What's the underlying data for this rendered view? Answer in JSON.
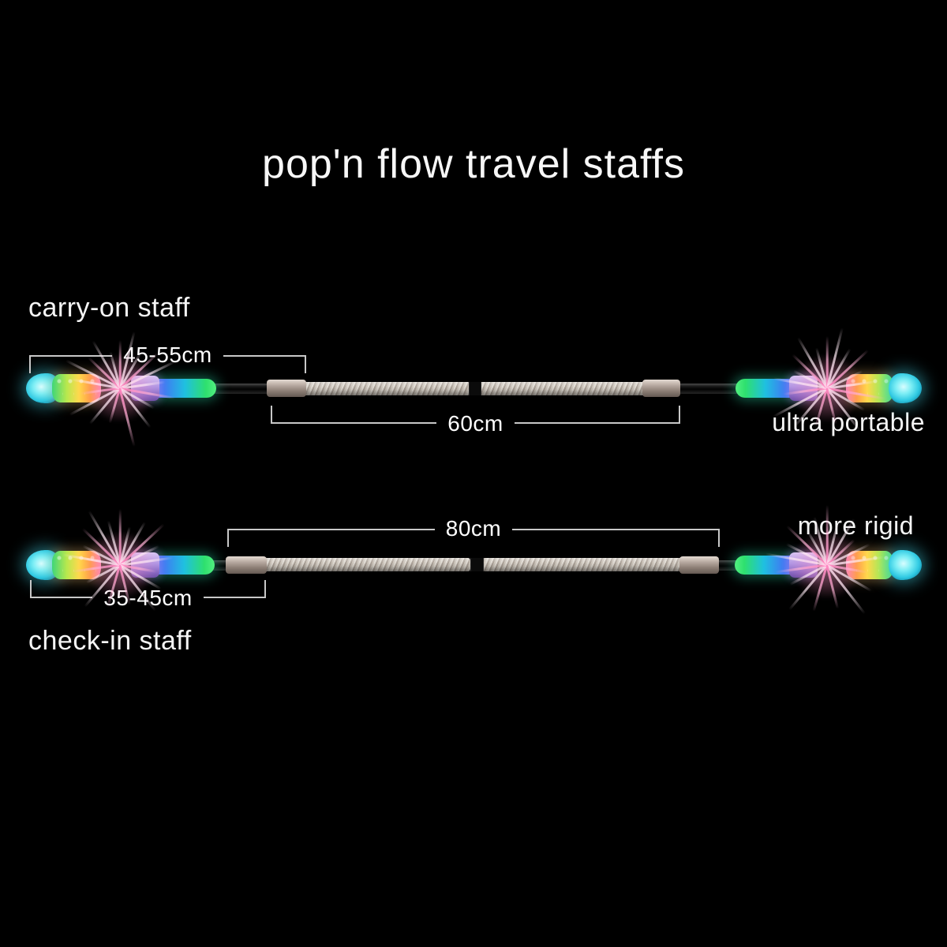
{
  "title": "pop'n flow travel staffs",
  "staffs": [
    {
      "name": "carry-on staff",
      "tagline": "ultra portable",
      "handle_length": "45-55cm",
      "collapsed_length": "60cm"
    },
    {
      "name": "check-in staff",
      "tagline": "more rigid",
      "handle_length": "35-45cm",
      "collapsed_length": "80cm"
    }
  ],
  "colors": {
    "background": "#000000",
    "text": "#f5f5f5",
    "dimension_line": "#c8c8c8",
    "glow_purple": "#7b6cf0",
    "glow_blue": "#3f7bf2",
    "glow_cyan": "#1fc0e0",
    "glow_green": "#2ee06e",
    "bulb_cyan": "#2fc9e2",
    "knob_green": "#3fd678",
    "knob_yellow": "#ffd84d",
    "knob_orange": "#ff9f44",
    "knob_pink": "#ff85b0",
    "tassel_pink": "#ffaad2",
    "connector_lavender": "#b195e3",
    "shaft_silver": "#cac2b8"
  }
}
